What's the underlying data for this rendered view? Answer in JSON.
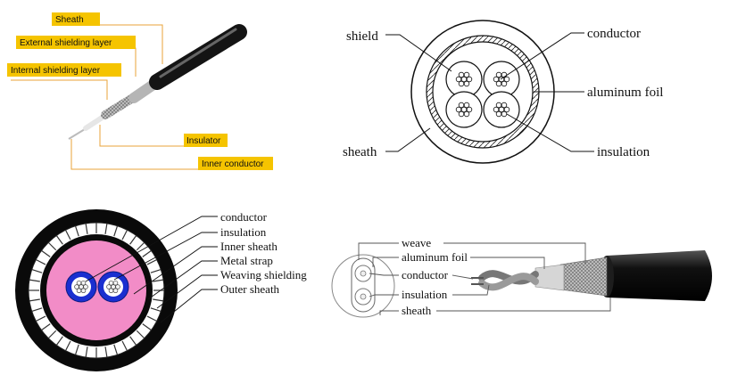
{
  "panels": {
    "coax": {
      "labels": [
        "Sheath",
        "External shielding layer",
        "Internal shielding layer",
        "Insulator",
        "Inner conductor"
      ],
      "tag_color": "#f5c400",
      "leader_color": "#e8a33a"
    },
    "quad_section": {
      "labels": [
        "shield",
        "conductor",
        "aluminum foil",
        "sheath",
        "insulation"
      ]
    },
    "twin_section": {
      "labels": [
        "conductor",
        "insulation",
        "Inner sheath",
        "Metal strap",
        "Weaving shielding",
        "Outer sheath"
      ],
      "fill_color": "#f28cc7",
      "insulation_color": "#1a2fd0"
    },
    "twisted_pair": {
      "labels": [
        "weave",
        "aluminum foil",
        "conductor",
        "insulation",
        "sheath"
      ]
    }
  }
}
